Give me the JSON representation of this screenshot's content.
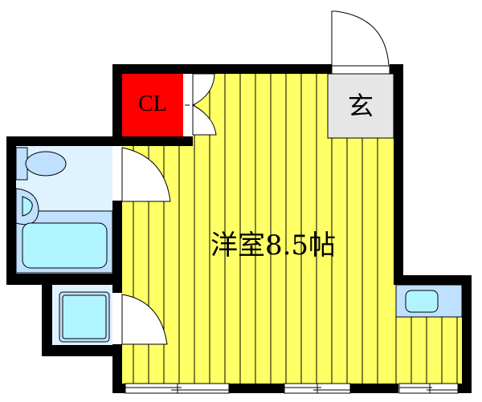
{
  "floorplan": {
    "title": "洋室8.5帖",
    "rooms": [
      {
        "id": "western-room",
        "label": "洋室8.5帖",
        "type": "western-style room",
        "size_jo": 8.5
      },
      {
        "id": "closet",
        "label": "CL",
        "type": "closet"
      },
      {
        "id": "entrance",
        "label": "玄",
        "type": "entrance (genkan)"
      },
      {
        "id": "unit-bath",
        "label": "",
        "type": "bathroom with toilet, sink, bathtub"
      },
      {
        "id": "washer-space",
        "label": "",
        "type": "washing machine space"
      },
      {
        "id": "kitchen",
        "label": "",
        "type": "kitchen sink counter"
      }
    ],
    "colors": {
      "wall": "#000000",
      "floor_western": "#ffff66",
      "closet": "#ff0000",
      "entrance": "#e6e6e6",
      "wet_area_light": "#dff2ff",
      "wet_area_mid": "#bfe0ff",
      "fixture": "#b0f4ff",
      "door": "#ffffff"
    }
  }
}
